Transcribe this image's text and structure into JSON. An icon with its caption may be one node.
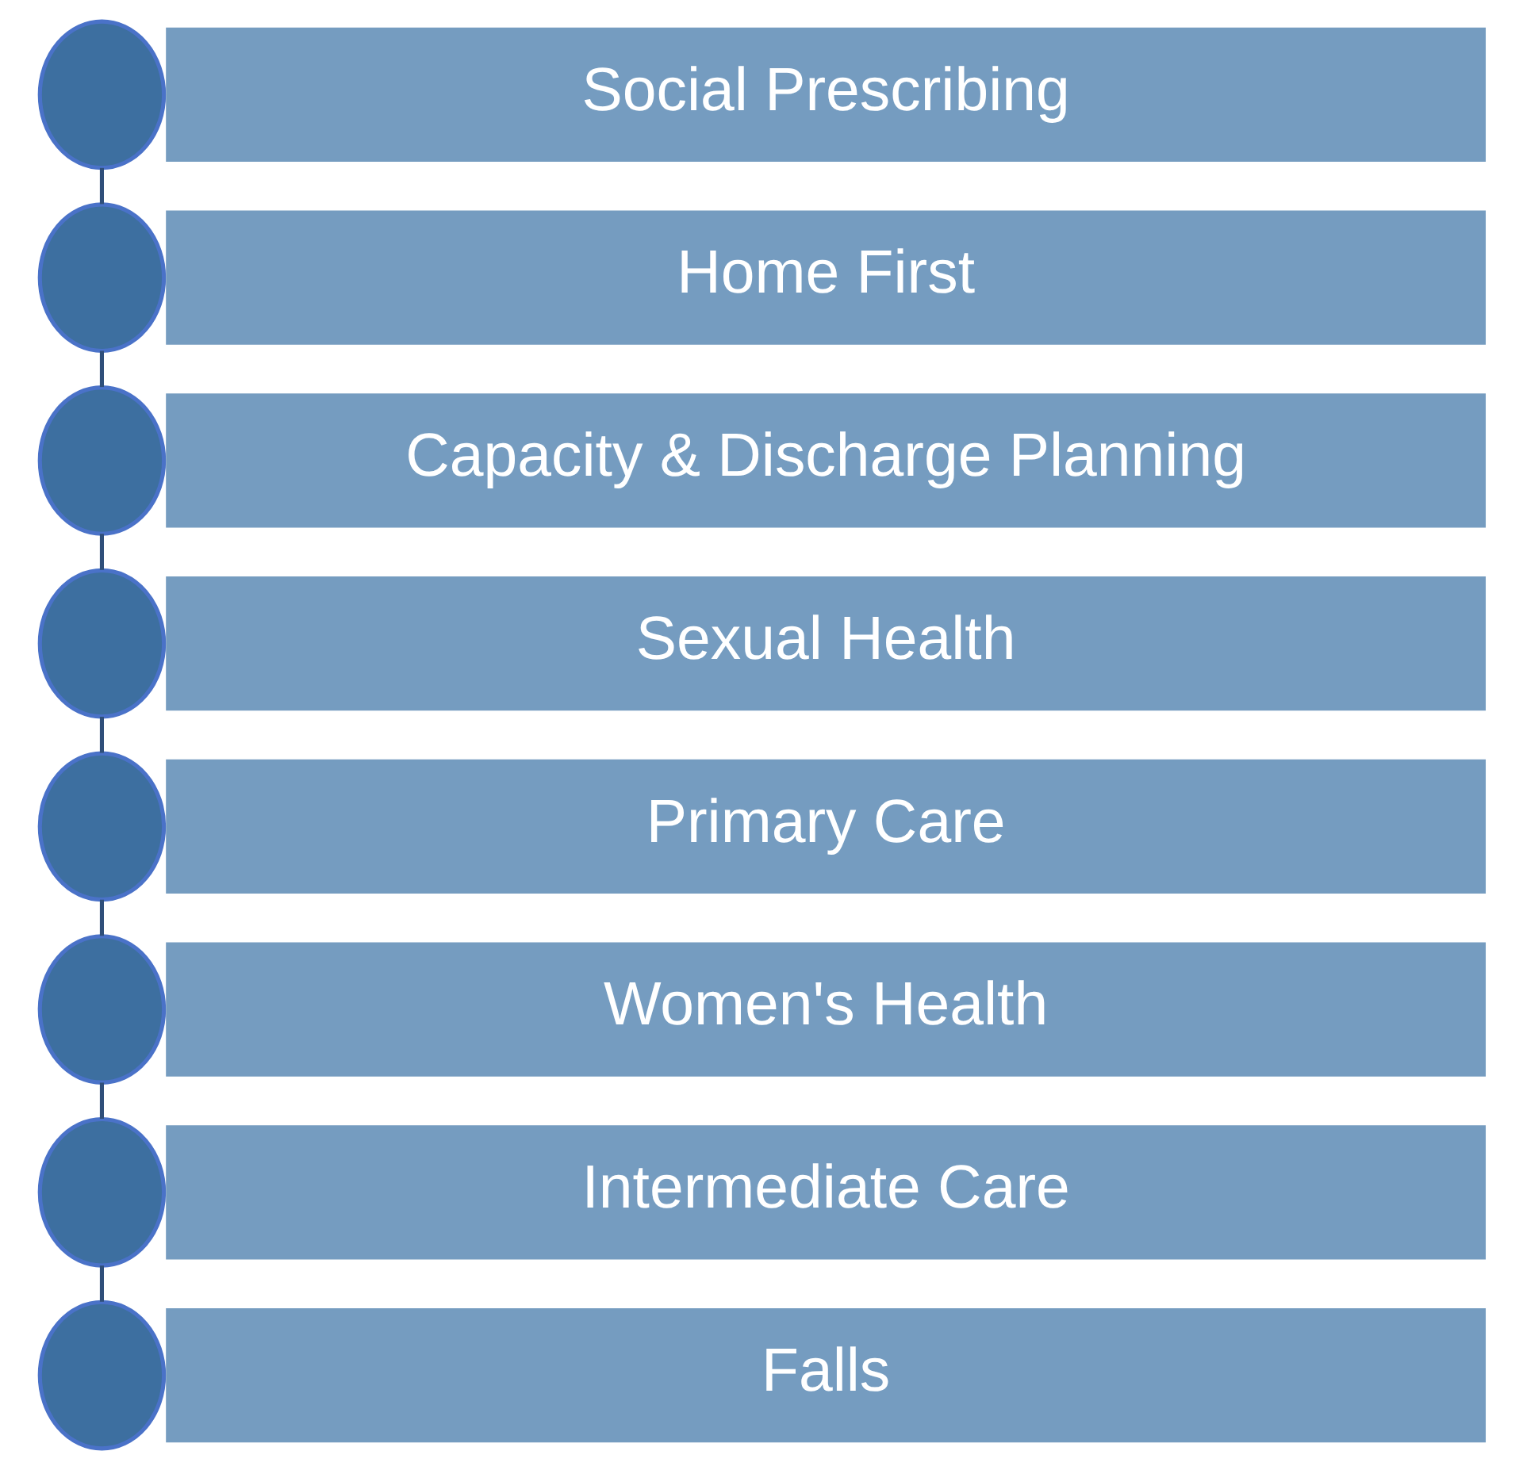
{
  "diagram": {
    "nodes": [
      {
        "text": [],
        "shape": "circle"
      },
      {
        "text": [
          "Social Prescribing"
        ]
      },
      {
        "text": [],
        "shape": "circle"
      },
      {
        "text": [
          "Home First"
        ]
      },
      {
        "text": [],
        "shape": "circle"
      },
      {
        "text": [
          "Capacity & Discharge Planning"
        ]
      },
      {
        "text": [],
        "shape": "circle"
      },
      {
        "text": [
          "Sexual Health"
        ]
      },
      {
        "text": [],
        "shape": "circle"
      },
      {
        "text": [
          "Primary Care"
        ]
      },
      {
        "text": [],
        "shape": "circle"
      },
      {
        "text": [
          "Women's Health"
        ]
      },
      {
        "text": [],
        "shape": "circle"
      },
      {
        "text": [
          "Intermediate Care"
        ]
      },
      {
        "text": [],
        "shape": "circle"
      },
      {
        "text": [
          "Falls"
        ]
      }
    ],
    "edges": [
      {
        "from": 0,
        "to": 2,
        "arrow": "none"
      },
      {
        "from": 2,
        "to": 4,
        "arrow": "none"
      },
      {
        "from": 4,
        "to": 6,
        "arrow": "none"
      },
      {
        "from": 6,
        "to": 8,
        "arrow": "none"
      },
      {
        "from": 8,
        "to": 10,
        "arrow": "none"
      },
      {
        "from": 10,
        "to": 12,
        "arrow": "none"
      },
      {
        "from": 12,
        "to": 14,
        "arrow": "none"
      }
    ]
  }
}
